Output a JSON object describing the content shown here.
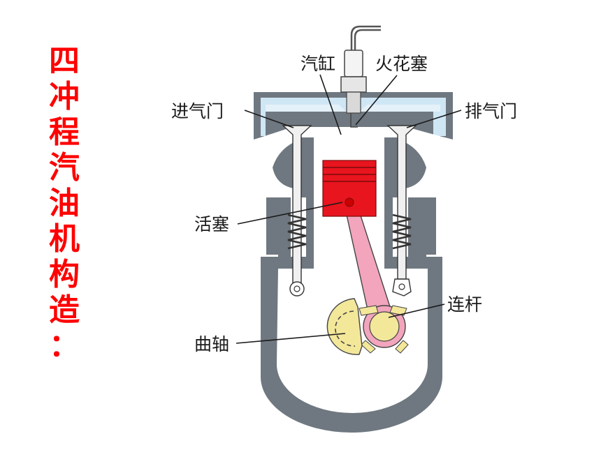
{
  "title": "四冲程汽油机构造：",
  "labels": {
    "cylinder": "汽缸",
    "spark_plug": "火花塞",
    "intake_valve": "进气门",
    "exhaust_valve": "排气门",
    "piston": "活塞",
    "connecting_rod": "连杆",
    "crankshaft": "曲轴"
  },
  "colors": {
    "title": "#ff0000",
    "housing": "#6f7880",
    "cavity": "#ffffff",
    "coolant": "#cfe6f5",
    "piston": "#e8141e",
    "rod": "#f2a5bd",
    "crank": "#f3e79a"
  }
}
